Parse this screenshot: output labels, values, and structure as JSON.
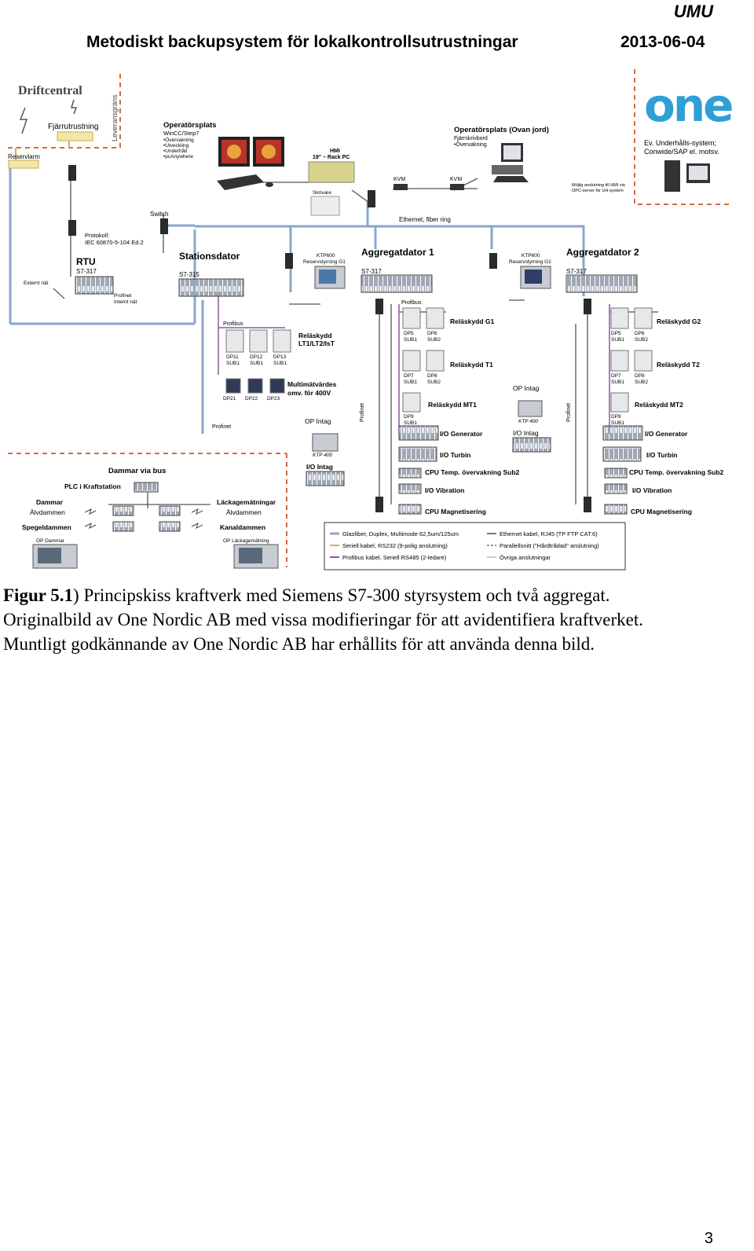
{
  "header": {
    "org": "UMU",
    "title": "Metodiskt backupsystem för lokalkontrollsutrustningar",
    "date": "2013-06-04"
  },
  "diagram": {
    "brand": "one",
    "labels": {
      "driftcentral": "Driftcentral",
      "leveransgrans": "Leveransgräns",
      "fjarrutrustning": "Fjärrutrustning",
      "reservlarm": "Reservlarm",
      "operatorsplats": "Operatörsplats",
      "op_lines": [
        "WinCC/Step7",
        "•Övervakning",
        "•Utveckling",
        "•Underhåll",
        "•pcAnywhere"
      ],
      "hmi": "HMI",
      "rack_pc": "19\" – Rack PC",
      "skrivare": "Skrivare",
      "operatorsplats_ovan": "Operatörsplats (Ovan jord)",
      "ovan_lines": [
        "Fjärrskrivbord",
        "•Övervakning"
      ],
      "kvm1": "KVM",
      "kvm2": "KVM",
      "ev_underhall_1": "Ev. Underhålls-system;",
      "ev_underhall_2": "Conwide/SAP el. motsv.",
      "mojlig_1": "Möjlig anslutning till HMI via",
      "mojlig_2": "OPC-server för UH-system",
      "ethernet_ring": "Ethernet, fiber ring",
      "switch": "Switch",
      "protokoll_1": "Protokoll:",
      "protokoll_2": "IEC 60870-5-104 Ed.2",
      "rtu": "RTU",
      "rtu_cpu": "S7-317",
      "externt_nat": "Externt nät",
      "profinet_internt_1": "Profinet",
      "profinet_internt_2": "Internt nät",
      "stationsdator": "Stationsdator",
      "stationsdator_cpu": "S7-315",
      "ktp600_1": "KTP600",
      "reserv_g1": "Reservstyrning G1",
      "ktp600_2": "KTP600",
      "reserv_g2": "Reservstyrning G2",
      "aggregat1": "Aggregatdator 1",
      "agg1_cpu": "S7-317",
      "aggregat2": "Aggregatdator 2",
      "agg2_cpu": "S7-317",
      "profibus_st": "Profibus",
      "relaskydd_lt_1": "Reläskydd",
      "relaskydd_lt_2": "LT1/LT2/IsT",
      "dp11": "DP11",
      "dp12": "DP12",
      "dp13": "DP13",
      "sub1_a": "SUB1",
      "sub1_b": "SUB1",
      "sub1_c": "SUB1",
      "multi_1": "Multimätvärdes",
      "multi_2": "omv. för 400V",
      "dp21": "DP21",
      "dp22": "DP22",
      "dp23": "DP23",
      "profinet_st": "Profinet",
      "op_intag_st": "OP Intag",
      "ktp400_st": "KTP 400",
      "io_intag_st": "I/O Intag",
      "profibus_g1": "Profibus",
      "rel_g1": "Reläskydd G1",
      "rel_t1": "Reläskydd T1",
      "rel_mt1": "Reläskydd  MT1",
      "g1_dp5": "DP5",
      "g1_dp6": "DP6",
      "g1_sub1a": "SUB1",
      "g1_sub2a": "SUB2",
      "g1_dp7": "DP7",
      "g1_dp8": "DP8",
      "g1_sub1b": "SUB1",
      "g1_sub2b": "SUB2",
      "g1_dp9": "DP9",
      "g1_sub1c": "SUB1",
      "profinet_g1": "Profinet",
      "op_intag_g1": "OP Intag",
      "ktp400_g1": "KTP 400",
      "io_intag_g1": "I/O Intag",
      "io_gen_1": "I/O Generator",
      "io_turb_1": "I/O Turbin",
      "cpu_temp_1": "CPU Temp. övervakning Sub2",
      "io_vib_1": "I/O Vibration",
      "cpu_mag_1": "CPU Magnetisering",
      "rel_g2": "Reläskydd G2",
      "rel_t2": "Reläskydd T2",
      "rel_mt2": "Reläskydd  MT2",
      "g2_dp5": "DP5",
      "g2_dp6": "DP6",
      "g2_sub1a": "SUB1",
      "g2_sub2a": "SUB2",
      "g2_dp7": "DP7",
      "g2_dp8": "DP8",
      "g2_sub1b": "SUB1",
      "g2_sub2b": "SUB2",
      "g2_dp9": "DP9",
      "g2_sub1c": "SUB1",
      "profinet_g2": "Profinet",
      "io_gen_2": "I/O Generator",
      "io_turb_2": "I/O Turbin",
      "cpu_temp_2": "CPU Temp. övervakning Sub2",
      "io_vib_2": "I/O Vibration",
      "cpu_mag_2": "CPU Magnetisering",
      "dammar_via_bus": "Dammar via bus",
      "plc_kraftstation": "PLC i Kraftstation",
      "dammar": "Dammar",
      "alvdammen_l": "Älvdammen",
      "spegeldammen": "Spegeldammen",
      "op_dammar": "OP Dammar",
      "lackage": "Läckagemätningar",
      "alvdammen_r": "Älvdammen",
      "kanaldammen": "Kanaldammen",
      "op_lackage": "OP Läckagemätning"
    },
    "legend": [
      "Glasfiber, Duplex, Multimode 62,5um/125um",
      "Seriell kabel, RS232 (9-polig anslutning)",
      "Profibus kabel, Seriell RS485 (2-ledare)",
      "Ethernet kabel, RJ45 (TP FTP CAT.6)",
      "Parallellsnitt (\"Hårdtrådad\" anslutning)",
      "Övriga anslutningar"
    ],
    "colors": {
      "fiber": "#8aa6cc",
      "serial": "#d8b24a",
      "profibus": "#8a5a9a",
      "ethernet": "#4b4b4b",
      "boundary": "#d96a3a",
      "brand": "#2f9fd6"
    }
  },
  "caption": {
    "figure_label": "Figur 5.1",
    "line1": ") Principskiss kraftverk med Siemens S7-300 styrsystem och två aggregat.",
    "line2": "Originalbild av One Nordic AB med vissa modifieringar för att avidentifiera kraftverket.",
    "line3": "Muntligt godkännande av One Nordic AB har erhållits för att använda denna bild."
  },
  "page_number": "3"
}
